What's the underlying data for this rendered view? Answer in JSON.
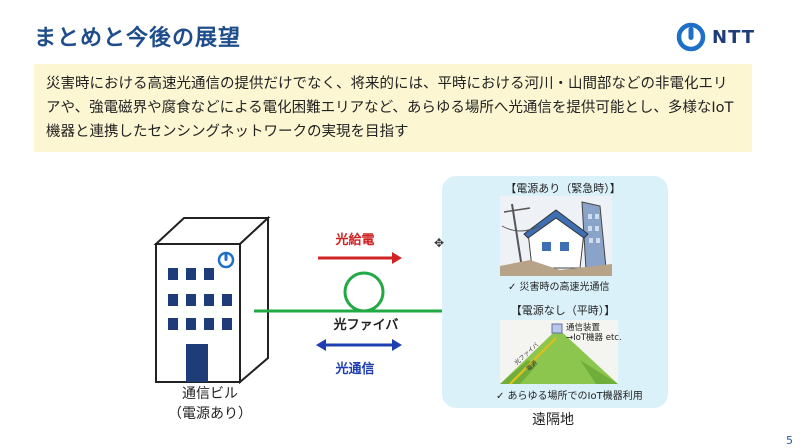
{
  "slide": {
    "title": "まとめと今後の展望",
    "page_number": "5"
  },
  "logo": {
    "text": "NTT",
    "icon": "ntt-logo-icon",
    "color": "#1d6fc8"
  },
  "summary": {
    "text": "災害時における高速光通信の提供だけでなく、将来的には、平時における河川・山間部などの非電化エリアや、強電磁界や腐食などによる電化困難エリアなど、あらゆる場所へ光通信を提供可能とし、多様なIoT機器と連携したセンシングネットワークの実現を目指す",
    "background": "#fdf6d3"
  },
  "diagram": {
    "building_label_line1": "通信ビル",
    "building_label_line2": "（電源あり）",
    "fiber_label": "光ファイバ",
    "power_label": "光給電",
    "comm_label": "光通信",
    "remote_label": "遠隔地",
    "colors": {
      "fiber": "#22a844",
      "power_arrow": "#d02424",
      "comm_arrow": "#1f3fb0",
      "panel": "#dbf1fa"
    },
    "case_with_power": {
      "title": "【電源あり（緊急時）】",
      "caption": "✓ 災害時の高速光通信"
    },
    "case_without_power": {
      "title": "【電源なし（平時）】",
      "device_line1": "通信装置",
      "device_line2": "→IoT機器 etc.",
      "slope_label_1": "光ファイバ",
      "slope_label_2": "電源",
      "caption": "✓ あらゆる場所でのIoT機器利用"
    }
  }
}
